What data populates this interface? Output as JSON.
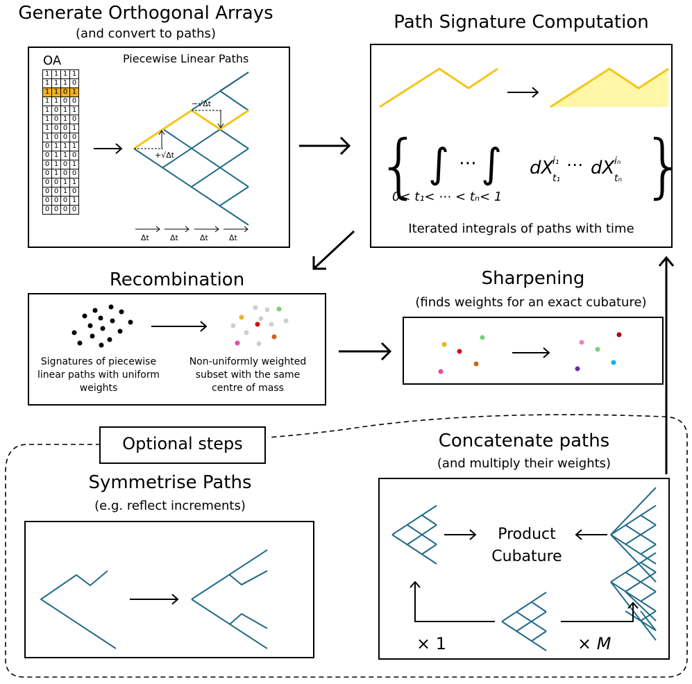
{
  "colors": {
    "path": "#1f6a88",
    "highlight": "#f5c518",
    "fill": "#fff6a8",
    "oa_highlight": "#f0b020"
  },
  "generate": {
    "title": "Generate Orthogonal Arrays",
    "subtitle": "(and convert to paths)",
    "oa_label": "OA",
    "paths_label": "Piecewise Linear Paths",
    "minus_label": "−√Δt",
    "plus_label": "+√Δt",
    "dt_label": "Δt",
    "oa_rows": [
      "1111",
      "1110",
      "1101",
      "1100",
      "1011",
      "1010",
      "1001",
      "1000",
      "0111",
      "0110",
      "0101",
      "0100",
      "0011",
      "0010",
      "0001",
      "0000"
    ],
    "highlighted_row": 2
  },
  "signature": {
    "title": "Path Signature Computation",
    "formula_dots": "⋯",
    "formula_limits": "0< t₁< ⋯ < tₙ< 1",
    "formula_rhs": "dX",
    "caption": "Iterated integrals of paths with time"
  },
  "recombination": {
    "title": "Recombination",
    "left_caption": "Signatures of piecewise linear paths with uniform weights",
    "right_caption": "Non-uniformly weighted subset with the same centre of mass"
  },
  "sharpening": {
    "title": "Sharpening",
    "subtitle": "(finds weights for an exact cubature)"
  },
  "optional": {
    "label": "Optional steps"
  },
  "symmetrise": {
    "title": "Symmetrise Paths",
    "subtitle": "(e.g. reflect increments)"
  },
  "concatenate": {
    "title": "Concatenate paths",
    "subtitle": "(and multiply their weights)",
    "center_label_1": "Product",
    "center_label_2": "Cubature",
    "times_one": "× 1",
    "times_m": "× M"
  }
}
